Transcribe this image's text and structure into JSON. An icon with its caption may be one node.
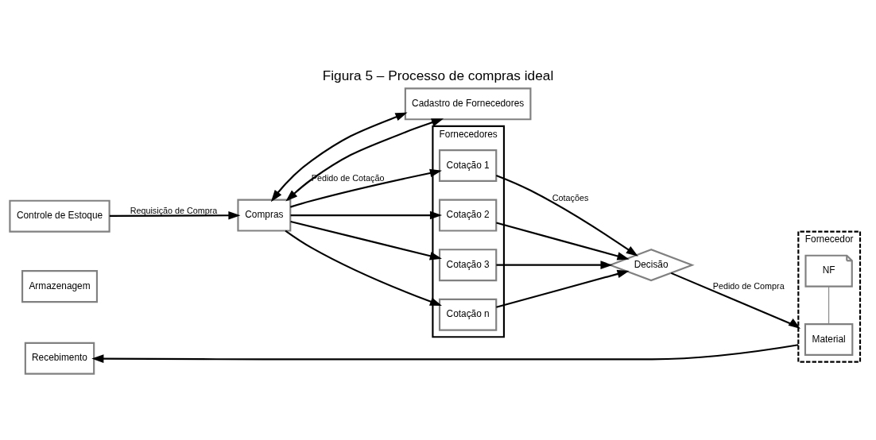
{
  "diagram": {
    "title": "Figura 5 – Processo de compras ideal",
    "nodes": [
      {
        "text": [
          "Controle de Estoque"
        ]
      },
      {
        "text": [
          "Armazenagem"
        ]
      },
      {
        "text": [
          "Recebimento"
        ]
      },
      {
        "text": [
          "Compras"
        ]
      },
      {
        "text": [
          "Cadastro de Fornecedores"
        ]
      },
      {
        "text": [
          "Fornecedores"
        ]
      },
      {
        "text": [
          "Cotação 1"
        ],
        "in": 5
      },
      {
        "text": [
          "Cotação 2"
        ],
        "in": 5
      },
      {
        "text": [
          "Cotação 3"
        ],
        "in": 5
      },
      {
        "text": [
          "Cotação n"
        ],
        "in": 5
      },
      {
        "text": [
          "Decisão"
        ]
      },
      {
        "text": [
          "Fornecedor"
        ]
      },
      {
        "text": [
          "NF"
        ],
        "in": 11
      },
      {
        "text": [
          "Material"
        ],
        "in": 11
      }
    ],
    "edges": [
      {
        "from": 0,
        "to": 3,
        "arrow": "to",
        "label": "Requisição de Compra"
      },
      {
        "from": 3,
        "to": 4,
        "arrow": "both"
      },
      {
        "from": 3,
        "to": 4,
        "arrow": "both"
      },
      {
        "from": 3,
        "to": 6,
        "arrow": "to",
        "label": "Pedido de Cotação"
      },
      {
        "from": 3,
        "to": 7,
        "arrow": "to"
      },
      {
        "from": 3,
        "to": 8,
        "arrow": "to"
      },
      {
        "from": 3,
        "to": 9,
        "arrow": "to"
      },
      {
        "from": 6,
        "to": 10,
        "arrow": "to",
        "label": "Cotações"
      },
      {
        "from": 7,
        "to": 10,
        "arrow": "to"
      },
      {
        "from": 8,
        "to": 10,
        "arrow": "to"
      },
      {
        "from": 9,
        "to": 10,
        "arrow": "to"
      },
      {
        "from": 10,
        "to": 11,
        "arrow": "to",
        "label": "Pedido de Compra"
      },
      {
        "from": 11,
        "to": 2,
        "arrow": "to"
      },
      {
        "from": 12,
        "to": 13,
        "arrow": "none",
        "color": "#808080"
      }
    ]
  }
}
